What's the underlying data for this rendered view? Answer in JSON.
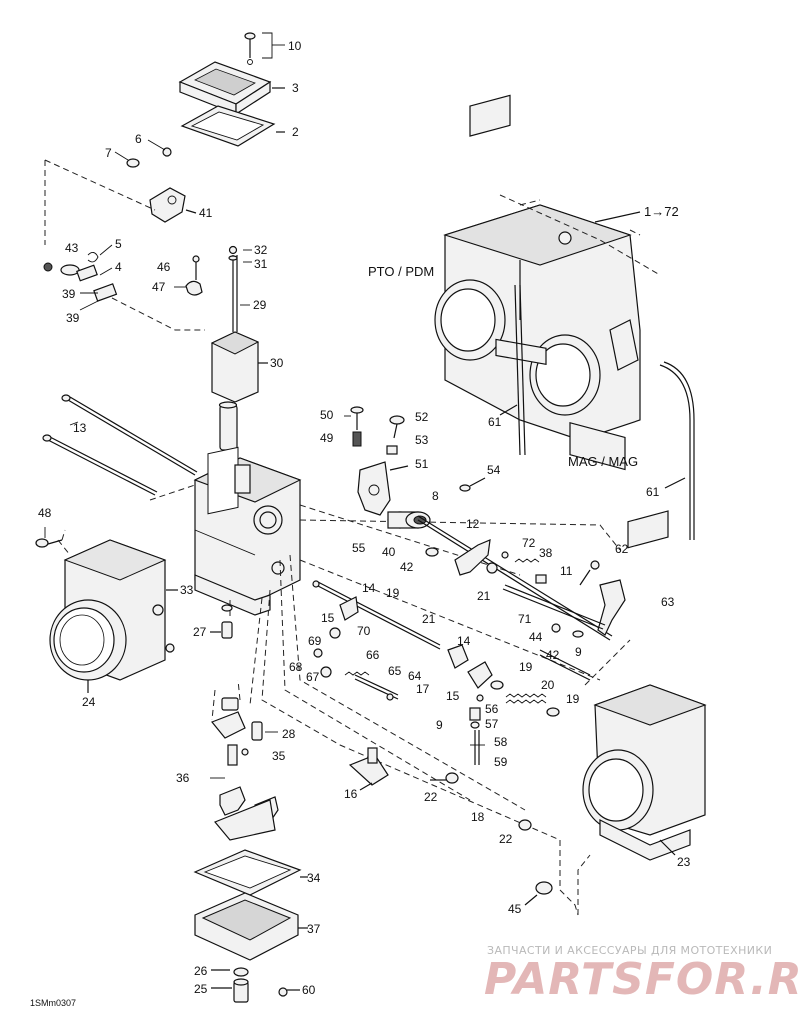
{
  "section_labels": {
    "pto": "PTO / PDM",
    "mag": "MAG / MAG",
    "range": "1→72"
  },
  "callouts": {
    "c1": "10",
    "c2": "3",
    "c3": "2",
    "c4": "6",
    "c5": "7",
    "c6": "41",
    "c7": "43",
    "c8": "5",
    "c9": "4",
    "c10": "39",
    "c11": "39",
    "c12": "46",
    "c13": "47",
    "c14": "32",
    "c15": "31",
    "c16": "29",
    "c17": "30",
    "c18": "13",
    "c19": "48",
    "c20": "33",
    "c21": "24",
    "c22": "27",
    "c23": "50",
    "c24": "49",
    "c25": "52",
    "c26": "53",
    "c27": "51",
    "c28": "8",
    "c29": "55",
    "c30": "40",
    "c31": "42",
    "c32": "54",
    "c33": "12",
    "c34": "72",
    "c35": "38",
    "c36": "21",
    "c37": "11",
    "c38": "62",
    "c39": "71",
    "c40": "44",
    "c41": "42",
    "c42": "63",
    "c43": "14",
    "c44": "19",
    "c45": "15",
    "c46": "70",
    "c47": "21",
    "c48": "69",
    "c49": "68",
    "c50": "66",
    "c51": "67",
    "c52": "65",
    "c53": "64",
    "c54": "14",
    "c55": "17",
    "c56": "19",
    "c57": "15",
    "c58": "20",
    "c59": "9",
    "c60": "56",
    "c61": "19",
    "c62": "57",
    "c63": "58",
    "c64": "59",
    "c65": "28",
    "c66": "35",
    "c67": "36",
    "c68": "9",
    "c69": "16",
    "c70": "22",
    "c71": "18",
    "c72": "22",
    "c73": "23",
    "c74": "34",
    "c75": "37",
    "c76": "26",
    "c77": "25",
    "c78": "60",
    "c79": "45",
    "c80": "61",
    "c81": "61"
  },
  "figure_code": "1SMm0307",
  "watermark": {
    "tagline": "ЗАПЧАСТИ И АКСЕССУАРЫ ДЛЯ МОТОТЕХНИКИ",
    "logo": "PARTSFOR.RU"
  }
}
